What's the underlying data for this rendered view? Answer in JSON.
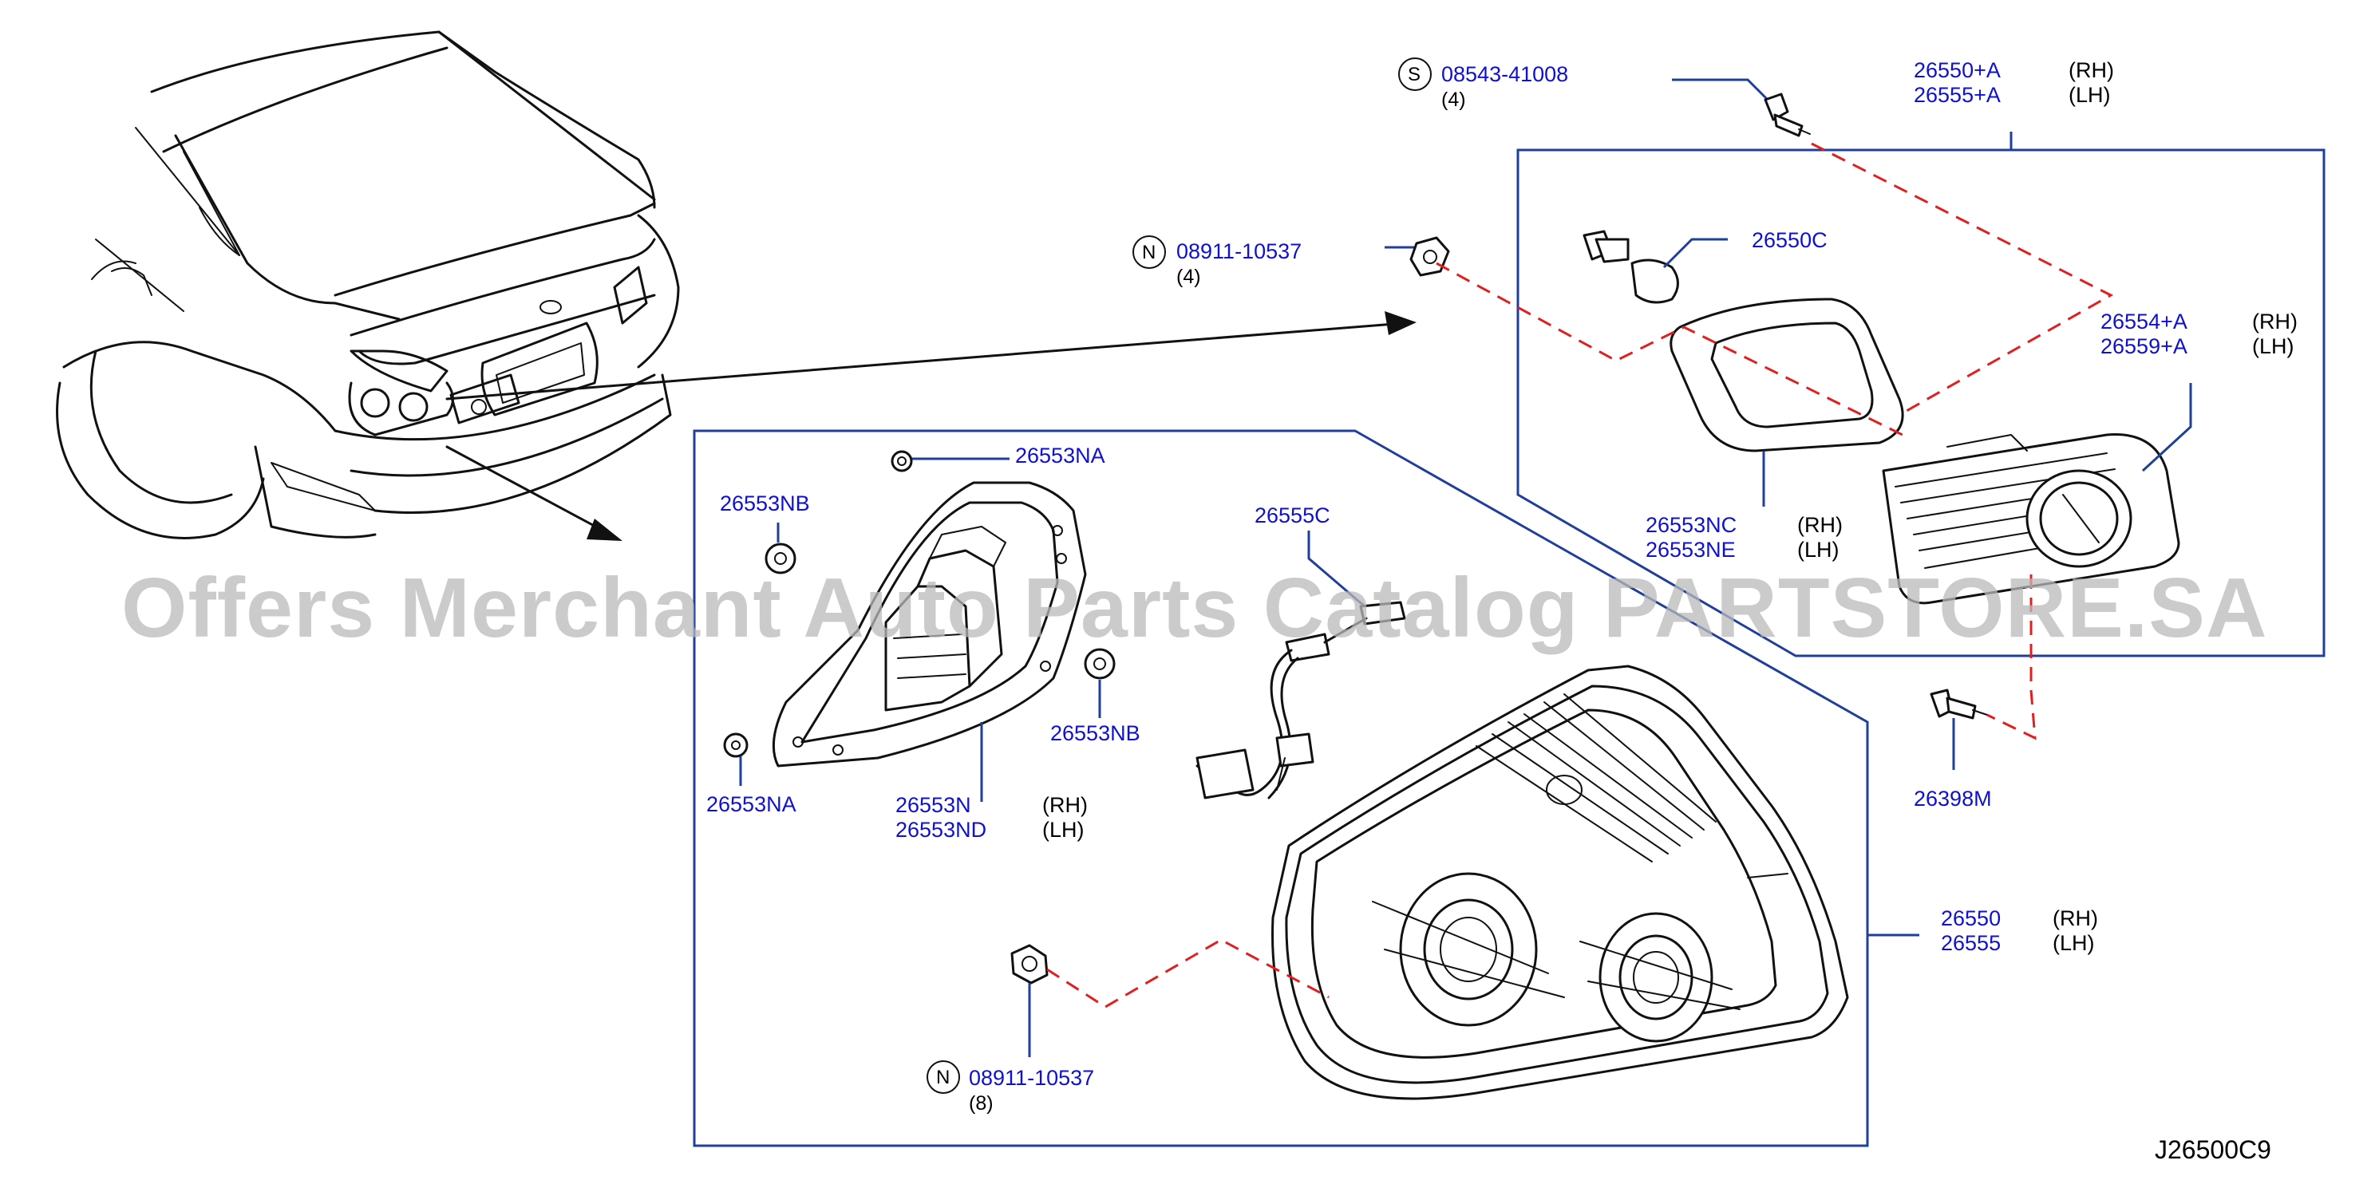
{
  "diagram": {
    "code": "J26500C9",
    "watermark": "Offers Merchant Auto Parts Catalog PARTSTORE.SA",
    "colors": {
      "part_number": "#1010d0",
      "leader": "#1f3f9a",
      "dashed_guide": "#e02020",
      "line_art": "#111111"
    },
    "callouts": [
      {
        "id": "c1",
        "symbol": "S",
        "number": "08543-41008",
        "qty": "(4)"
      },
      {
        "id": "c2",
        "number": "26550+A",
        "side": "(RH)"
      },
      {
        "id": "c3",
        "number": "26555+A",
        "side": "(LH)"
      },
      {
        "id": "c4",
        "symbol": "N",
        "number": "08911-10537",
        "qty": "(4)"
      },
      {
        "id": "c5",
        "number": "26550C"
      },
      {
        "id": "c6",
        "number": "26554+A",
        "side": "(RH)"
      },
      {
        "id": "c7",
        "number": "26559+A",
        "side": "(LH)"
      },
      {
        "id": "c8",
        "number": "26553NC",
        "side": "(RH)"
      },
      {
        "id": "c9",
        "number": "26553NE",
        "side": "(LH)"
      },
      {
        "id": "c10",
        "number": "26553NA"
      },
      {
        "id": "c11",
        "number": "26553NB"
      },
      {
        "id": "c12",
        "number": "26555C"
      },
      {
        "id": "c13",
        "number": "26553NB"
      },
      {
        "id": "c14",
        "number": "26553NA"
      },
      {
        "id": "c15",
        "number": "26553N",
        "side": "(RH)"
      },
      {
        "id": "c16",
        "number": "26553ND",
        "side": "(LH)"
      },
      {
        "id": "c17",
        "number": "26398M"
      },
      {
        "id": "c18",
        "number": "26550",
        "side": "(RH)"
      },
      {
        "id": "c19",
        "number": "26555",
        "side": "(LH)"
      },
      {
        "id": "c20",
        "symbol": "N",
        "number": "08911-10537",
        "qty": "(8)"
      }
    ]
  }
}
